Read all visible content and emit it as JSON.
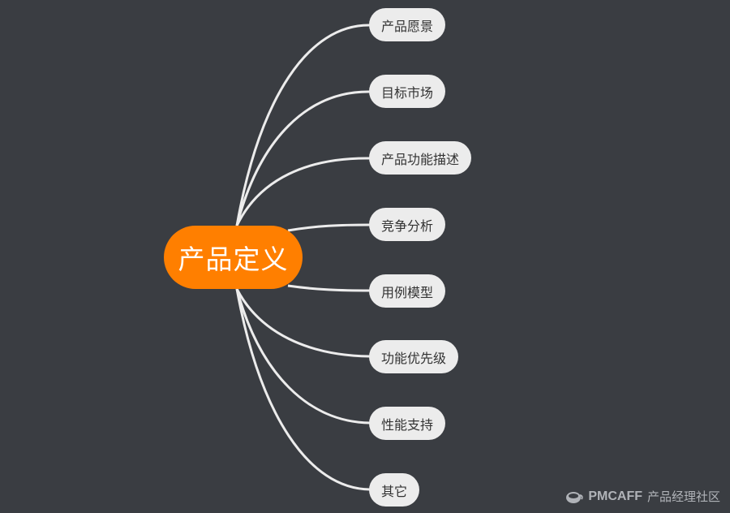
{
  "mindmap": {
    "root": {
      "label": "产品定义"
    },
    "branches": [
      {
        "label": "产品愿景"
      },
      {
        "label": "目标市场"
      },
      {
        "label": "产品功能描述"
      },
      {
        "label": "竞争分析"
      },
      {
        "label": "用例模型"
      },
      {
        "label": "功能优先级"
      },
      {
        "label": "性能支持"
      },
      {
        "label": "其它"
      }
    ]
  },
  "watermark": {
    "brand": "PMCAFF",
    "tagline": "产品经理社区"
  },
  "colors": {
    "background": "#3a3d42",
    "root_fill": "#ff7f00",
    "branch_fill": "#ececec",
    "connector": "#ececec"
  }
}
